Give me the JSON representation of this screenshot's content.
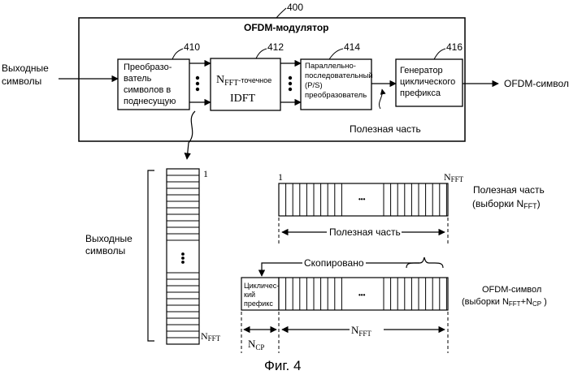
{
  "figure": {
    "caption": "Фиг. 4",
    "modulator": {
      "ref": "400",
      "title": "OFDM-модулятор"
    },
    "input_label": [
      "Выходные",
      "символы"
    ],
    "output_label": "OFDM-символ",
    "blocks": {
      "mapper": {
        "ref": "410",
        "lines": [
          "Преобразо-",
          "ватель",
          "символов в",
          "поднесущую"
        ]
      },
      "idft": {
        "ref": "412",
        "nfft_main": "N",
        "nfft_sub": "FFT",
        "nfft_suffix": "-точечное",
        "line2": "IDFT"
      },
      "ps": {
        "ref": "414",
        "lines": [
          "Параллельно-",
          "последовательный",
          "(P/S)",
          "преобразователь"
        ]
      },
      "cp": {
        "ref": "416",
        "lines": [
          "Генератор",
          "циклического",
          "префикса"
        ]
      }
    },
    "useful_part_label": "Полезная часть",
    "lower": {
      "column_label": [
        "Выходные",
        "символы"
      ],
      "column_index_first": "1",
      "column_index_last_main": "N",
      "column_index_last_sub": "FFT",
      "upper_bar_first": "1",
      "upper_bar_last_main": "N",
      "upper_bar_last_sub": "FFT",
      "upper_right_label": [
        "Полезная часть",
        "(выборки N",
        "FFT",
        ")"
      ],
      "useful_span_label": "Полезная часть",
      "copied_label": "Скопировано",
      "cp_box_lines": [
        "Цикличес-",
        "кий",
        "префикс"
      ],
      "lower_right_label": [
        "OFDM-символ",
        "(выборки N",
        "FFT",
        "+N",
        "CP",
        " )"
      ],
      "ncp_main": "N",
      "ncp_sub": "CP",
      "nfft_span_main": "N",
      "nfft_span_sub": "FFT"
    },
    "ellipsis": "•••"
  }
}
